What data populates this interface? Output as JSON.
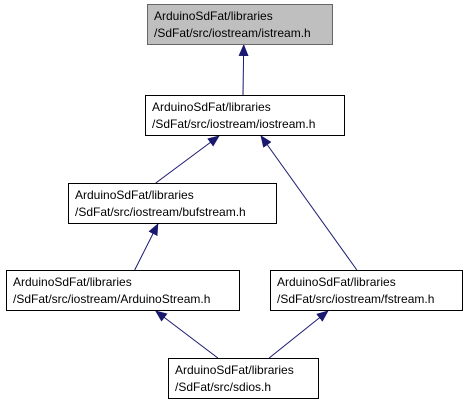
{
  "graph": {
    "nodes": [
      {
        "id": "istream",
        "line1": "ArduinoSdFat/libraries",
        "line2": "/SdFat/src/iostream/istream.h",
        "highlighted": true
      },
      {
        "id": "iostream",
        "line1": "ArduinoSdFat/libraries",
        "line2": "/SdFat/src/iostream/iostream.h",
        "highlighted": false
      },
      {
        "id": "bufstream",
        "line1": "ArduinoSdFat/libraries",
        "line2": "/SdFat/src/iostream/bufstream.h",
        "highlighted": false
      },
      {
        "id": "arduinostream",
        "line1": "ArduinoSdFat/libraries",
        "line2": "/SdFat/src/iostream/ArduinoStream.h",
        "highlighted": false
      },
      {
        "id": "fstream",
        "line1": "ArduinoSdFat/libraries",
        "line2": "/SdFat/src/iostream/fstream.h",
        "highlighted": false
      },
      {
        "id": "sdios",
        "line1": "ArduinoSdFat/libraries",
        "line2": "/SdFat/src/sdios.h",
        "highlighted": false
      }
    ],
    "edges": [
      {
        "from": "iostream",
        "to": "istream"
      },
      {
        "from": "bufstream",
        "to": "iostream"
      },
      {
        "from": "fstream",
        "to": "iostream"
      },
      {
        "from": "arduinostream",
        "to": "bufstream"
      },
      {
        "from": "sdios",
        "to": "arduinostream"
      },
      {
        "from": "sdios",
        "to": "fstream"
      }
    ],
    "colors": {
      "edge": "#191970",
      "highlight_fill": "#bfbfbf",
      "highlight_border": "#666666",
      "node_border": "#000000"
    }
  }
}
